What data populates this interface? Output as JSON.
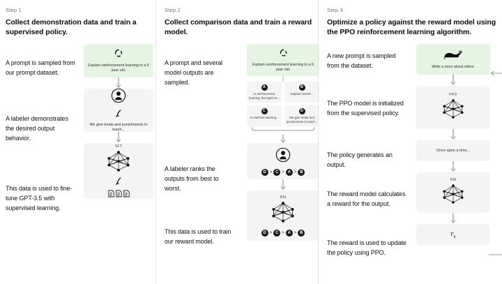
{
  "steps": [
    {
      "label": "Step 1",
      "title": "Collect demonstration data and train a supervised policy.",
      "captions": [
        "A prompt is sampled from our prompt dataset.",
        "A labeler demonstrates the desired output behavior.",
        "This data is used to fine-tune GPT-3.5 with supervised learning."
      ],
      "prompt_card": {
        "icon": "refresh-cycle-icon",
        "text": "Explain reinforcement learning to a 6 year old.",
        "color": "#e6f4e4"
      },
      "labeler_card": {
        "icon": "person-in-circle-icon",
        "text": "We give treats and punishments to teach..."
      },
      "model_card": {
        "tag": "SFT",
        "icon": "neural-network-icon",
        "docs_icon": "documents-icon"
      }
    },
    {
      "label": "Step 2",
      "title": "Collect comparison data and train a reward model.",
      "captions": [
        "A prompt and several model outputs are sampled.",
        "A labeler ranks the outputs from best to worst.",
        "This data is used to train our reward model."
      ],
      "prompt_card": {
        "icon": "refresh-cycle-icon",
        "text": "Explain reinforcement learning to a 6 year old.",
        "color": "#e6f4e4"
      },
      "outputs": [
        {
          "badge": "A",
          "text": "In reinforcement learning, the agent is..."
        },
        {
          "badge": "B",
          "text": "Explain reward..."
        },
        {
          "badge": "C",
          "text": "In machine learning..."
        },
        {
          "badge": "D",
          "text": "We give treats and punishments to teach..."
        }
      ],
      "ranking": [
        "D",
        "C",
        "A",
        "B"
      ],
      "ranking_separator": ">",
      "labeler_card": {
        "icon": "person-in-circle-icon"
      },
      "reward_card": {
        "tag": "RM",
        "icon": "neural-network-icon"
      }
    },
    {
      "label": "Step 3",
      "title": "Optimize a policy against the reward model using the PPO reinforcement learning algorithm.",
      "captions": [
        "A new prompt is sampled from the dataset.",
        "The PPO model is initialized from the supervised policy.",
        "The policy generates an output.",
        "The reward model calculates a reward for the output.",
        "The reward is used to update the policy using PPO."
      ],
      "prompt_card": {
        "icon": "otter-icon",
        "text": "Write a story about otters.",
        "color": "#e6f4e4"
      },
      "ppo_card": {
        "tag": "PPO",
        "icon": "neural-network-icon"
      },
      "output_card": {
        "text": "Once upon a time..."
      },
      "rm_card": {
        "tag": "RM",
        "icon": "neural-network-icon"
      },
      "reward_card": {
        "value": "r",
        "subscript": "k"
      }
    }
  ],
  "theme": {
    "card_bg": "#f4f4f4",
    "prompt_bg": "#e6f4e4",
    "text": "#111111",
    "muted": "#6e6e6e",
    "divider": "#e4e4e4"
  }
}
